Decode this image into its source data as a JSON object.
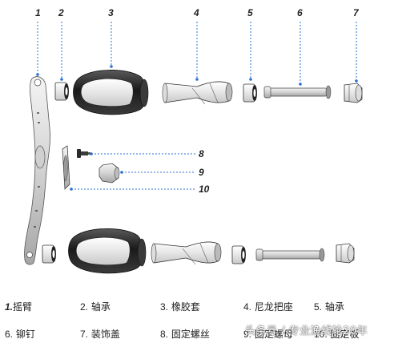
{
  "callouts": [
    "1",
    "2",
    "3",
    "4",
    "5",
    "6",
    "7",
    "8",
    "9",
    "10"
  ],
  "legend": {
    "row1": [
      {
        "num": "1.",
        "text": "摇臂"
      },
      {
        "num": "2.",
        "text": " 轴承"
      },
      {
        "num": "3.",
        "text": " 橡胶套"
      },
      {
        "num": "4.",
        "text": " 尼龙把座"
      },
      {
        "num": "5.",
        "text": " 轴承"
      }
    ],
    "row2": [
      {
        "num": "6.",
        "text": " 铆钉"
      },
      {
        "num": "7.",
        "text": " 装饰盖"
      },
      {
        "num": "8.",
        "text": " 固定螺丝"
      },
      {
        "num": "9.",
        "text": " 固定螺母"
      },
      {
        "num": "10.",
        "text": " 固定板"
      }
    ]
  },
  "watermark": "头条号 / 专业渔线轮20年",
  "colors": {
    "accent": "#2b6fd6",
    "part_dark": "#222222",
    "part_light": "#f2f2f2"
  }
}
